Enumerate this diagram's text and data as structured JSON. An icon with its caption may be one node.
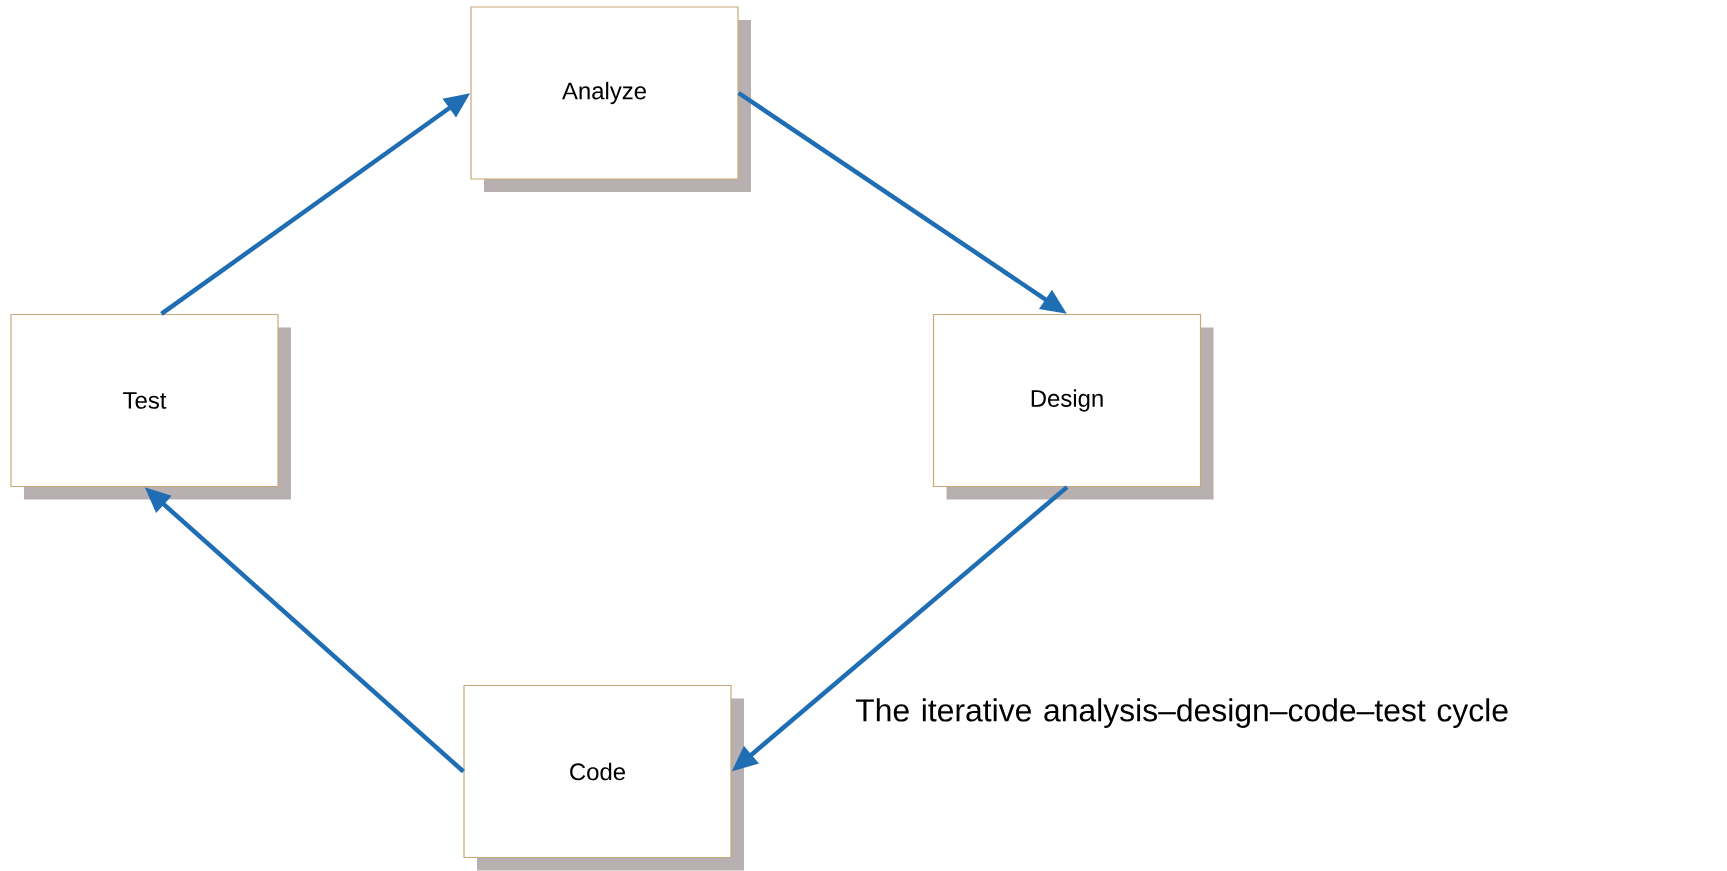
{
  "diagram": {
    "caption": "The iterative analysis–design–code–test cycle",
    "nodes": [
      {
        "text": [
          "Analyze"
        ]
      },
      {
        "text": [
          "Test"
        ]
      },
      {
        "text": [
          "Design"
        ]
      },
      {
        "text": [
          "Code"
        ]
      }
    ],
    "edges": [
      {
        "from": 0,
        "to": 2,
        "arrow": "to"
      },
      {
        "from": 2,
        "to": 3,
        "arrow": "to"
      },
      {
        "from": 3,
        "to": 1,
        "arrow": "to"
      },
      {
        "from": 1,
        "to": 0,
        "arrow": "to"
      }
    ]
  }
}
